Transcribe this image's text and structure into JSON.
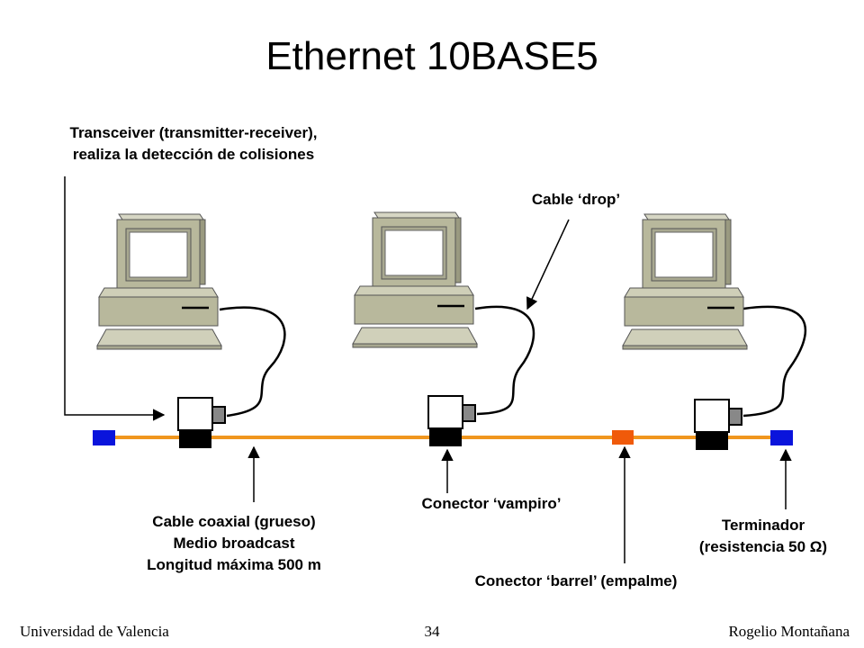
{
  "title": "Ethernet 10BASE5",
  "labels": {
    "transceiver_line1": "Transceiver (transmitter-receiver),",
    "transceiver_line2": "realiza la detección de colisiones",
    "drop_cable": "Cable ‘drop’",
    "coax_line1": "Cable coaxial (grueso)",
    "coax_line2": "Medio broadcast",
    "coax_line3": "Longitud máxima 500 m",
    "vampire": "Conector ‘vampiro’",
    "barrel": "Conector ‘barrel’ (empalme)",
    "terminator_line1": "Terminador",
    "terminator_line2": "(resistencia 50 Ω)"
  },
  "footer": {
    "left": "Universidad de Valencia",
    "page": "34",
    "right": "Rogelio Montañana"
  },
  "colors": {
    "coax": "#f0961e",
    "terminator": "#0a14dc",
    "barrel": "#f05a0a",
    "computer": "#b8b89c",
    "screen": "#ffffff"
  },
  "icons": [
    "computer-icon",
    "transceiver-icon",
    "terminator-icon",
    "barrel-connector-icon"
  ]
}
